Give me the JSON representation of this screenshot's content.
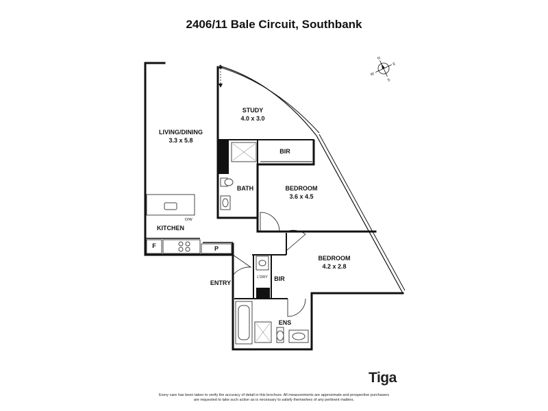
{
  "title": "2406/11 Bale Circuit, Southbank",
  "rooms": {
    "study": {
      "name": "STUDY",
      "dims": "4.0 x 3.0"
    },
    "living": {
      "name": "LIVING/DINING",
      "dims": "3.3 x 5.8"
    },
    "bir1": {
      "name": "BIR"
    },
    "bath": {
      "name": "BATH"
    },
    "bedroom1": {
      "name": "BEDROOM",
      "dims": "3.6 x 4.5"
    },
    "kitchen": {
      "name": "KITCHEN"
    },
    "bedroom2": {
      "name": "BEDROOM",
      "dims": "4.2 x 2.8"
    },
    "entry": {
      "name": "ENTRY"
    },
    "bir2": {
      "name": "BIR"
    },
    "ens": {
      "name": "ENS"
    },
    "laundry": {
      "name": "L'DRY"
    },
    "fridge": {
      "name": "F"
    },
    "pantry": {
      "name": "P"
    },
    "dishwasher": {
      "name": "D/W"
    }
  },
  "compass": {
    "letters": [
      "N",
      "S",
      "E",
      "W"
    ]
  },
  "logo_text": "Tiga",
  "disclaimer": {
    "line1": "Every care has been taken to verify the accuracy of detail in this brochure. All measurements are approximate and prospective purchasers",
    "line2": "are requested to take such action as is necessary to satisfy themselves of any pertinent matters."
  },
  "colors": {
    "wall": "#111111",
    "fixture": "#444444"
  }
}
